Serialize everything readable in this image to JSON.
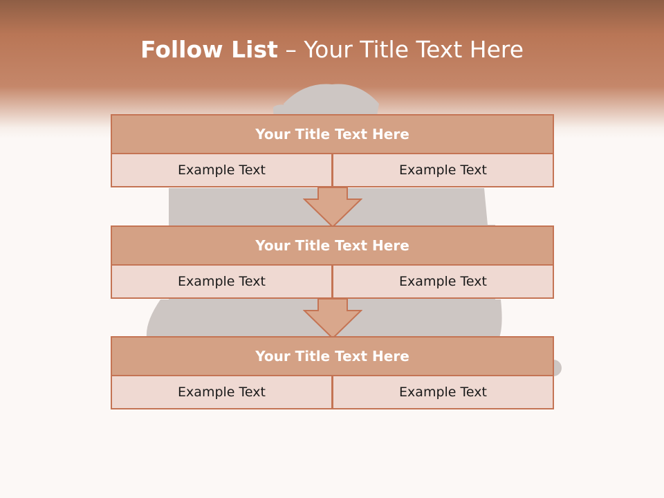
{
  "slide": {
    "title_bold": "Follow List",
    "title_rest": " – Your Title Text Here"
  },
  "colors": {
    "header_top": "#8e5e45",
    "header_mid": "#c5876a",
    "box_title_fill": "#d4a185",
    "box_border": "#c47454",
    "cell_fill": "#efd9d2",
    "arrow_fill": "#d9a78c",
    "silhouette": "#cdc6c3"
  },
  "steps": [
    {
      "title": "Your Title Text Here",
      "left": "Example Text",
      "right": "Example Text"
    },
    {
      "title": "Your Title Text Here",
      "left": "Example Text",
      "right": "Example Text"
    },
    {
      "title": "Your Title Text Here",
      "left": "Example Text",
      "right": "Example Text"
    }
  ],
  "connectors": [
    {
      "icon": "down-arrow-icon"
    },
    {
      "icon": "down-arrow-icon"
    }
  ]
}
